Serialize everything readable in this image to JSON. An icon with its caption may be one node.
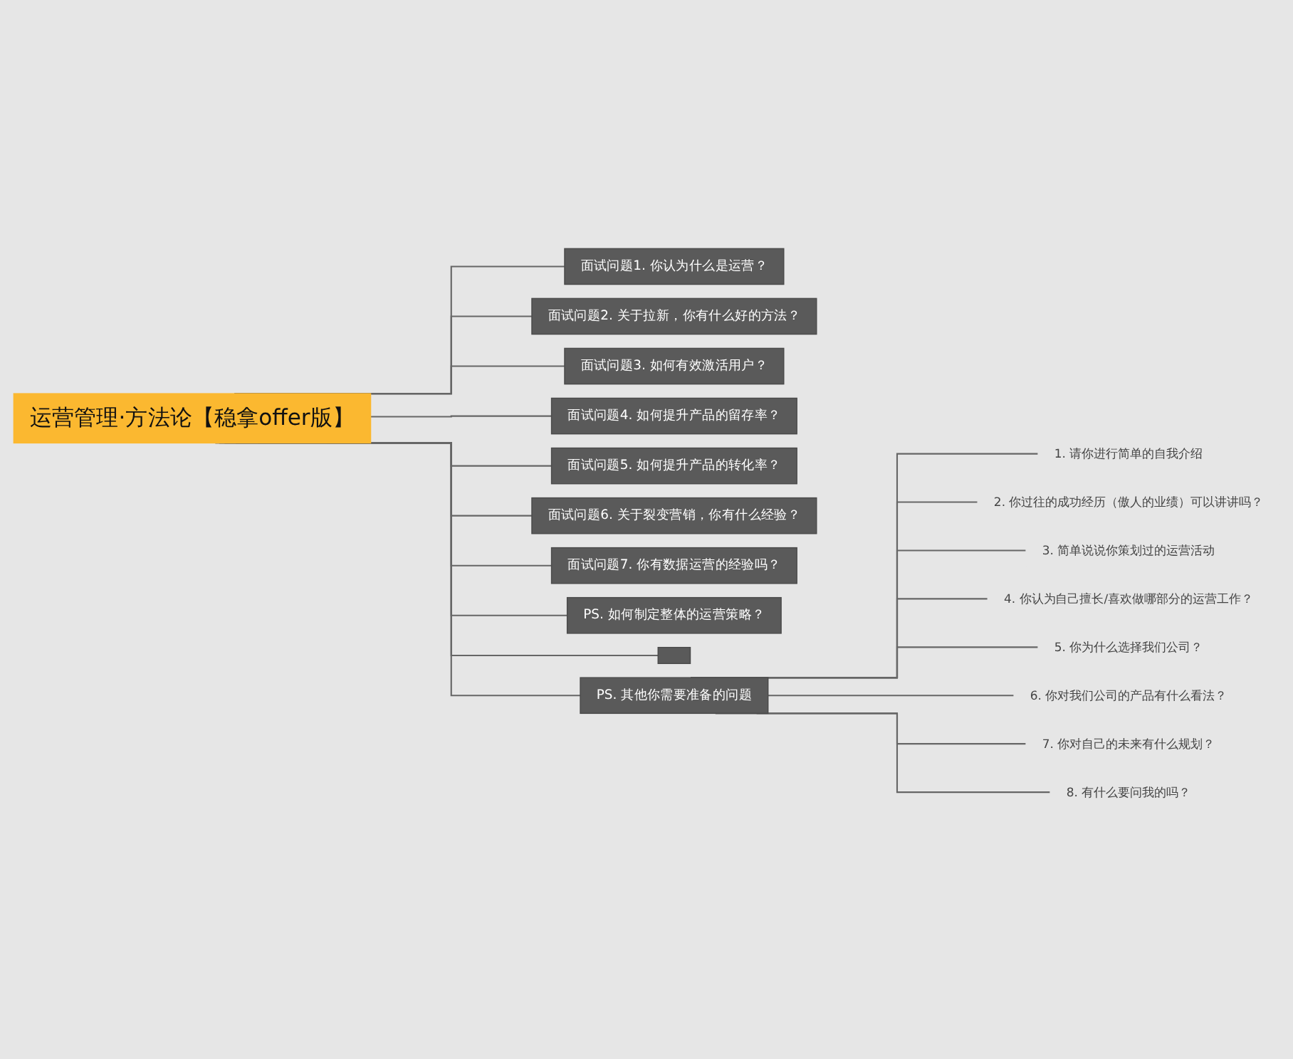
{
  "diagram": {
    "nodes": [
      {
        "text": [
          "运营管理·方法论【稳拿offer版】"
        ]
      },
      {
        "text": [
          "面试问题1. 你认为什么是运营？"
        ]
      },
      {
        "text": [
          "面试问题2. 关于拉新，你有什么好的方法？"
        ]
      },
      {
        "text": [
          "面试问题3. 如何有效激活用户？"
        ]
      },
      {
        "text": [
          "面试问题4. 如何提升产品的留存率？"
        ]
      },
      {
        "text": [
          "面试问题5. 如何提升产品的转化率？"
        ]
      },
      {
        "text": [
          "面试问题6. 关于裂变营销，你有什么经验？"
        ]
      },
      {
        "text": [
          "面试问题7. 你有数据运营的经验吗？"
        ]
      },
      {
        "text": [
          "PS. 如何制定整体的运营策略？"
        ]
      },
      {
        "text": [
          "PS. 其他你需要准备的问题"
        ]
      },
      {
        "text": [
          "1. 请你进行简单的自我介绍"
        ]
      },
      {
        "text": [
          "2. 你过往的成功经历（傲人的业绩）可以讲讲吗？"
        ]
      },
      {
        "text": [
          "3. 简单说说你策划过的运营活动"
        ]
      },
      {
        "text": [
          "4. 你认为自己擅长/喜欢做哪部分的运营工作？"
        ]
      },
      {
        "text": [
          "5. 你为什么选择我们公司？"
        ]
      },
      {
        "text": [
          "6. 你对我们公司的产品有什么看法？"
        ]
      },
      {
        "text": [
          "7. 你对自己的未来有什么规划？"
        ]
      },
      {
        "text": [
          "8. 有什么要问我的吗？"
        ]
      },
      {
        "text": [],
        "shape": "box"
      }
    ],
    "edges": [
      {
        "from": 0,
        "to": 1,
        "arrow": "none"
      },
      {
        "from": 0,
        "to": 2,
        "arrow": "none"
      },
      {
        "from": 0,
        "to": 3,
        "arrow": "none"
      },
      {
        "from": 0,
        "to": 4,
        "arrow": "none"
      },
      {
        "from": 0,
        "to": 5,
        "arrow": "none"
      },
      {
        "from": 0,
        "to": 6,
        "arrow": "none"
      },
      {
        "from": 0,
        "to": 7,
        "arrow": "none"
      },
      {
        "from": 0,
        "to": 8,
        "arrow": "none"
      },
      {
        "from": 0,
        "to": 9,
        "arrow": "none"
      },
      {
        "from": 9,
        "to": 10,
        "arrow": "none"
      },
      {
        "from": 9,
        "to": 11,
        "arrow": "none"
      },
      {
        "from": 9,
        "to": 12,
        "arrow": "none"
      },
      {
        "from": 9,
        "to": 13,
        "arrow": "none"
      },
      {
        "from": 9,
        "to": 14,
        "arrow": "none"
      },
      {
        "from": 9,
        "to": 15,
        "arrow": "none"
      },
      {
        "from": 9,
        "to": 16,
        "arrow": "none"
      },
      {
        "from": 9,
        "to": 17,
        "arrow": "none"
      },
      {
        "from": 0,
        "to": 18,
        "arrow": "none"
      }
    ]
  }
}
